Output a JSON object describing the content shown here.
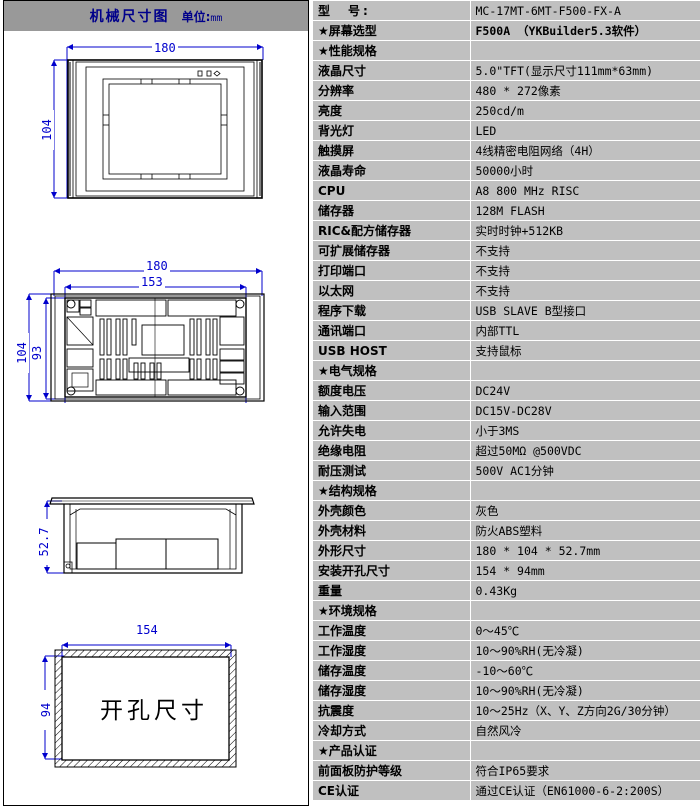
{
  "left_panel": {
    "header": {
      "title": "机械尺寸图",
      "unit_label": "单位:",
      "unit_value": "mm"
    },
    "drawings": [
      {
        "name": "front-view",
        "dims": {
          "width": "180",
          "height": "104"
        }
      },
      {
        "name": "rear-view",
        "dims": {
          "width_outer": "180",
          "width_inner": "153",
          "height_outer": "104",
          "height_inner": "93"
        }
      },
      {
        "name": "side-view",
        "dims": {
          "height": "52.7"
        }
      },
      {
        "name": "cutout-view",
        "label": "开孔尺寸",
        "dims": {
          "width": "154",
          "height": "94"
        }
      }
    ]
  },
  "spec_table": {
    "rows": [
      {
        "type": "model",
        "key": "型　号:",
        "value": "MC-17MT-6MT-F500-FX-A"
      },
      {
        "type": "screen",
        "key": "★屏幕选型",
        "value": "F500A （YKBuilder5.3软件）"
      },
      {
        "type": "section",
        "key": "★性能规格",
        "value": ""
      },
      {
        "type": "normal",
        "key": "液晶尺寸",
        "value": "5.0\"TFT(显示尺寸111mm*63mm)"
      },
      {
        "type": "normal",
        "key": "分辨率",
        "value": "480 * 272像素"
      },
      {
        "type": "normal",
        "key": "亮度",
        "value": "250cd/m"
      },
      {
        "type": "normal",
        "key": "背光灯",
        "value": "LED"
      },
      {
        "type": "normal",
        "key": "触摸屏",
        "value": "4线精密电阻网络（4H）"
      },
      {
        "type": "normal",
        "key": "液晶寿命",
        "value": "50000小时"
      },
      {
        "type": "normal",
        "key": "CPU",
        "value": "A8 800 MHz RISC"
      },
      {
        "type": "normal",
        "key": "储存器",
        "value": "128M FLASH"
      },
      {
        "type": "normal",
        "key": "RIC&配方储存器",
        "value": "实时时钟+512KB"
      },
      {
        "type": "normal",
        "key": "可扩展储存器",
        "value": "不支持"
      },
      {
        "type": "normal",
        "key": "打印端口",
        "value": "不支持"
      },
      {
        "type": "normal",
        "key": "以太网",
        "value": "不支持"
      },
      {
        "type": "normal",
        "key": "程序下载",
        "value": "USB SLAVE B型接口"
      },
      {
        "type": "normal",
        "key": "通讯端口",
        "value": "内部TTL"
      },
      {
        "type": "normal",
        "key": "USB HOST",
        "value": "支持鼠标"
      },
      {
        "type": "section",
        "key": "★电气规格",
        "value": ""
      },
      {
        "type": "normal",
        "key": "额度电压",
        "value": "DC24V"
      },
      {
        "type": "normal",
        "key": "输入范围",
        "value": "DC15V-DC28V"
      },
      {
        "type": "normal",
        "key": "允许失电",
        "value": "小于3MS"
      },
      {
        "type": "normal",
        "key": "绝缘电阻",
        "value": "超过50MΩ @500VDC"
      },
      {
        "type": "normal",
        "key": "耐压测试",
        "value": "500V AC1分钟"
      },
      {
        "type": "section",
        "key": "★结构规格",
        "value": ""
      },
      {
        "type": "normal",
        "key": "外壳颜色",
        "value": "灰色"
      },
      {
        "type": "normal",
        "key": "外壳材料",
        "value": "防火ABS塑料"
      },
      {
        "type": "hl",
        "key": "外形尺寸",
        "value": "180 * 104 * 52.7mm"
      },
      {
        "type": "hl",
        "key": "安装开孔尺寸",
        "value": "154 * 94mm"
      },
      {
        "type": "normal",
        "key": "重量",
        "value": "0.43Kg"
      },
      {
        "type": "section",
        "key": "★环境规格",
        "value": ""
      },
      {
        "type": "normal",
        "key": "工作温度",
        "value": "0～45℃"
      },
      {
        "type": "normal",
        "key": "工作湿度",
        "value": "10～90%RH(无冷凝)"
      },
      {
        "type": "normal",
        "key": "储存温度",
        "value": "-10～60℃"
      },
      {
        "type": "normal",
        "key": "储存湿度",
        "value": "10～90%RH(无冷凝)"
      },
      {
        "type": "normal",
        "key": "抗震度",
        "value": "10～25Hz（X、Y、Z方向2G/30分钟）"
      },
      {
        "type": "normal",
        "key": "冷却方式",
        "value": "自然风冷"
      },
      {
        "type": "section",
        "key": "★产品认证",
        "value": ""
      },
      {
        "type": "normal",
        "key": "前面板防护等级",
        "value": "符合IP65要求"
      },
      {
        "type": "last",
        "key": "CE认证",
        "value": "通过CE认证（EN61000-6-2:200S）"
      }
    ]
  },
  "colors": {
    "header_gray": "#999999",
    "table_gray": "#c0c0c0",
    "accent_blue": "#00008b",
    "model_pink": "#ff9ecd",
    "screen_yellow": "#ffff00",
    "highlight_orange": "#fbc88f",
    "dim_blue": "#0000cd"
  }
}
